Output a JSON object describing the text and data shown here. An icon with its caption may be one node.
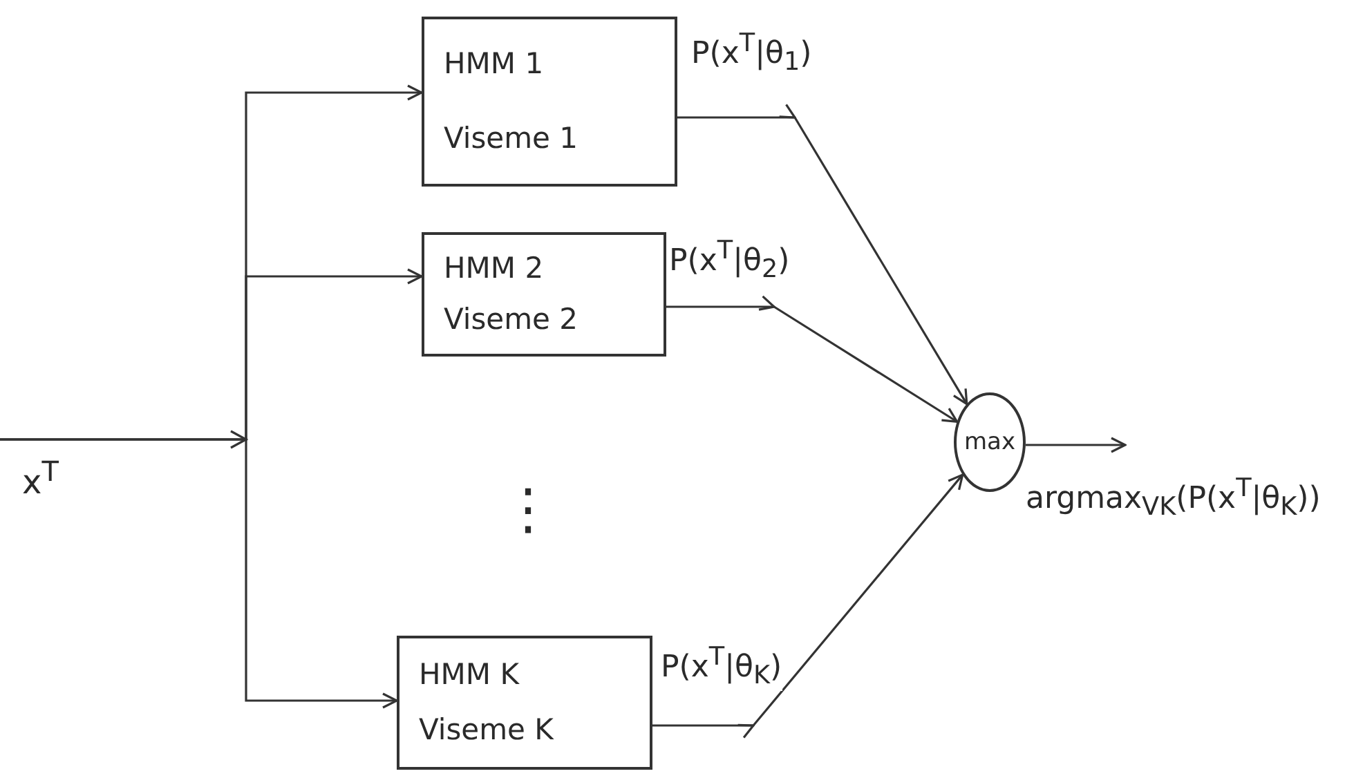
{
  "diagram": {
    "nodes": [
      {
        "text": [
          "HMM 1",
          "Viseme 1"
        ]
      },
      {
        "text": [
          "HMM 2",
          "Viseme 2"
        ]
      },
      {
        "text": [
          "HMM K",
          "Viseme K"
        ]
      },
      {
        "text": [
          "max"
        ]
      }
    ],
    "edges": [
      {
        "from": null,
        "to": 0,
        "arrow": "to"
      },
      {
        "from": null,
        "to": 1,
        "arrow": "to"
      },
      {
        "from": null,
        "to": 2,
        "arrow": "to"
      },
      {
        "from": 0,
        "to": 3,
        "arrow": "to",
        "label": "P(x$^{T}$|θ$_{1}$)"
      },
      {
        "from": 1,
        "to": 3,
        "arrow": "to",
        "label": "P(x$^{T}$|θ$_{2}$)"
      },
      {
        "from": 2,
        "to": 3,
        "arrow": "to",
        "label": "P(x$^{T}$|θ$_{K}$)"
      },
      {
        "from": 3,
        "to": null,
        "arrow": "to",
        "label": "argmax$_{VK}$(P(x$^{T}$|θ$_{K}$))"
      }
    ],
    "labels": [
      "x$^{T}$",
      "⋮"
    ]
  }
}
